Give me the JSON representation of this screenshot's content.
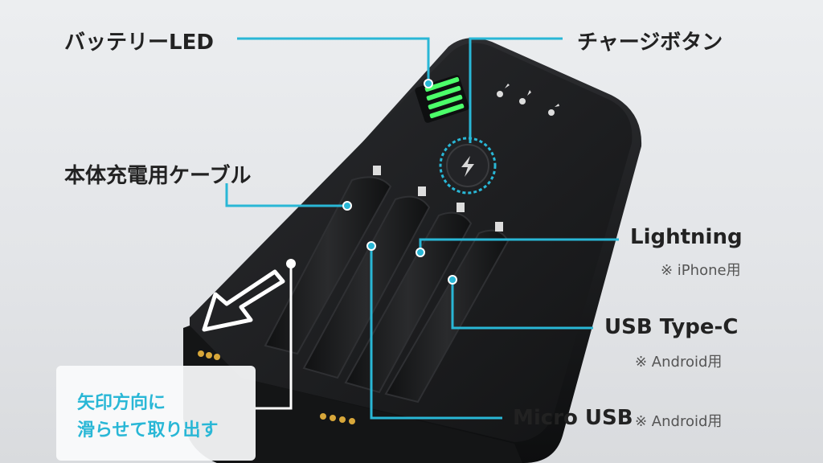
{
  "labels": {
    "battery_led": "バッテリーLED",
    "charge_button": "チャージボタン",
    "body_cable": "本体充電用ケーブル",
    "lightning": "Lightning",
    "lightning_note": "※ iPhone用",
    "usb_c": "USB Type-C",
    "usb_c_note": "※ Android用",
    "micro_usb": "Micro USB",
    "micro_usb_note": "※ Android用"
  },
  "hint": {
    "line1": "矢印方向に",
    "line2": "滑らせて取り出す"
  },
  "colors": {
    "accent": "#29b7d6",
    "device": "#1c1d1f",
    "led": "#4cff6a"
  }
}
